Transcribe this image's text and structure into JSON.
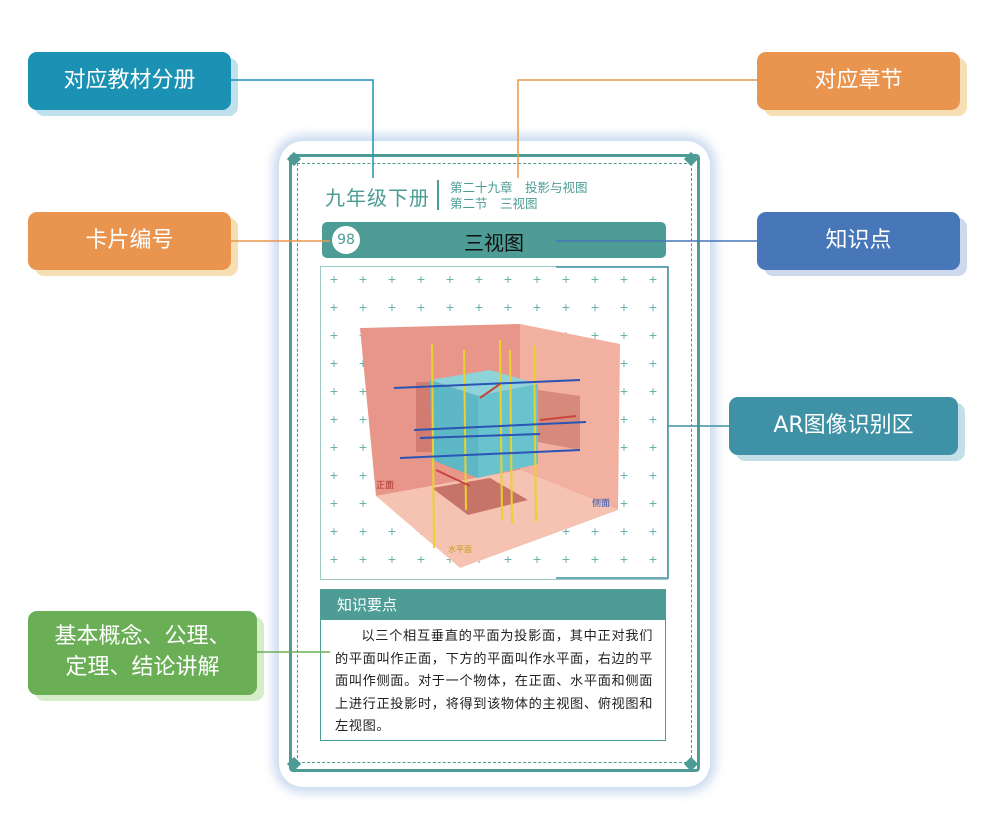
{
  "callouts": {
    "textbook": {
      "label": "对应教材分册",
      "color": "#1b91b3",
      "shadow": "#bfe1ec"
    },
    "chapter": {
      "label": "对应章节",
      "color": "#ea954f",
      "shadow": "#f6e0b3"
    },
    "card_number": {
      "label": "卡片编号",
      "color": "#ea954f",
      "shadow": "#f6e0b3"
    },
    "knowledge_point": {
      "label": "知识点",
      "color": "#4777b8",
      "shadow": "#cfd9ee"
    },
    "ar_zone": {
      "label": "AR图像识别区",
      "color": "#3f91a5",
      "shadow": "#c3e0e7"
    },
    "concepts": {
      "label": "基本概念、公理、定理、结论讲解",
      "line1": "基本概念、公理、",
      "line2": "定理、结论讲解",
      "color": "#6aaf56",
      "shadow": "#d7ecc9"
    }
  },
  "card": {
    "grade": "九年级下册",
    "chapter_line1": "第二十九章　投影与视图",
    "chapter_line2": "第二节　三视图",
    "number": "98",
    "title": "三视图",
    "box_title": "知识要点",
    "body": "以三个相互垂直的平面为投影面，其中正对我们的平面叫作正面，下方的平面叫作水平面，右边的平面叫作侧面。对于一个物体，在正面、水平面和侧面上进行正投影时，将得到该物体的主视图、俯视图和左视图。",
    "scene": {
      "front_label": "正面",
      "side_label": "侧面",
      "floor_label": "水平面"
    }
  },
  "colors": {
    "teal": "#4d9c96",
    "wall_back": "#e9968a",
    "wall_right": "#f2b0a0",
    "floor": "#f6c3b3",
    "cube_front": "#68c3cf",
    "cube_top": "#8ed2da",
    "projection_line_yellow": "#e9d229",
    "projection_line_blue": "#2a55b5",
    "projection_line_red": "#c8463c"
  }
}
